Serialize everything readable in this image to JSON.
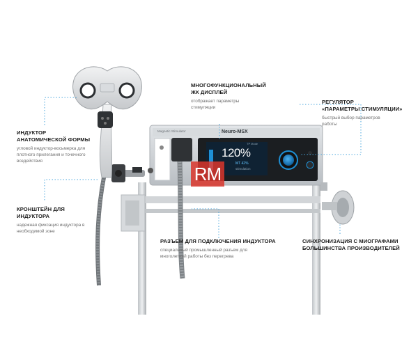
{
  "device": {
    "brand_label": "Neuro-MSX",
    "model_label": "Magnetic Stimulator",
    "display_value": "120%",
    "display_secondary": "MT 42%",
    "display_small": "stimulation",
    "display_side": "TP Mode",
    "watermark": "RM"
  },
  "callouts": {
    "inductor_shape": {
      "title_line1": "ИНДУКТОР",
      "title_line2": "АНАТОМИЧЕСКОЙ ФОРМЫ",
      "desc": "угловой индуктор-восьмерка для плотного прилегания и точечного воздействия"
    },
    "bracket": {
      "title_line1": "КРОНШТЕЙН ДЛЯ",
      "title_line2": "ИНДУКТОРА",
      "desc": "надежная фиксация индуктора в необходимой зоне"
    },
    "lcd": {
      "title_line1": "МНОГОФУНКЦИОНАЛЬНЫЙ",
      "title_line2": "ЖК ДИСПЛЕЙ",
      "desc": "отображает параметры стимуляции"
    },
    "regulator": {
      "title_line1": "РЕГУЛЯТОР",
      "title_line2": "«ПАРАМЕТРЫ СТИМУЛЯЦИИ»",
      "desc": "быстрый выбор параметров работы"
    },
    "connector": {
      "title_line1": "РАЗЪЕМ ДЛЯ ПОДКЛЮЧЕНИЯ ИНДУКТОРА",
      "desc": "специальный промышленный разъем для многолетней работы без перегрева"
    },
    "sync": {
      "title_line1": "СИНХРОНИЗАЦИЯ  С МИОГРАФАМИ",
      "title_line2": "БОЛЬШИНСТВА ПРОИЗВОДИТЕЛЕЙ"
    }
  },
  "colors": {
    "accent": "#1e90d6",
    "device_body": "#c9ced2",
    "screen_bg": "#0f2233",
    "watermark": "#d9352b",
    "dashed": "#4aa6dd"
  }
}
